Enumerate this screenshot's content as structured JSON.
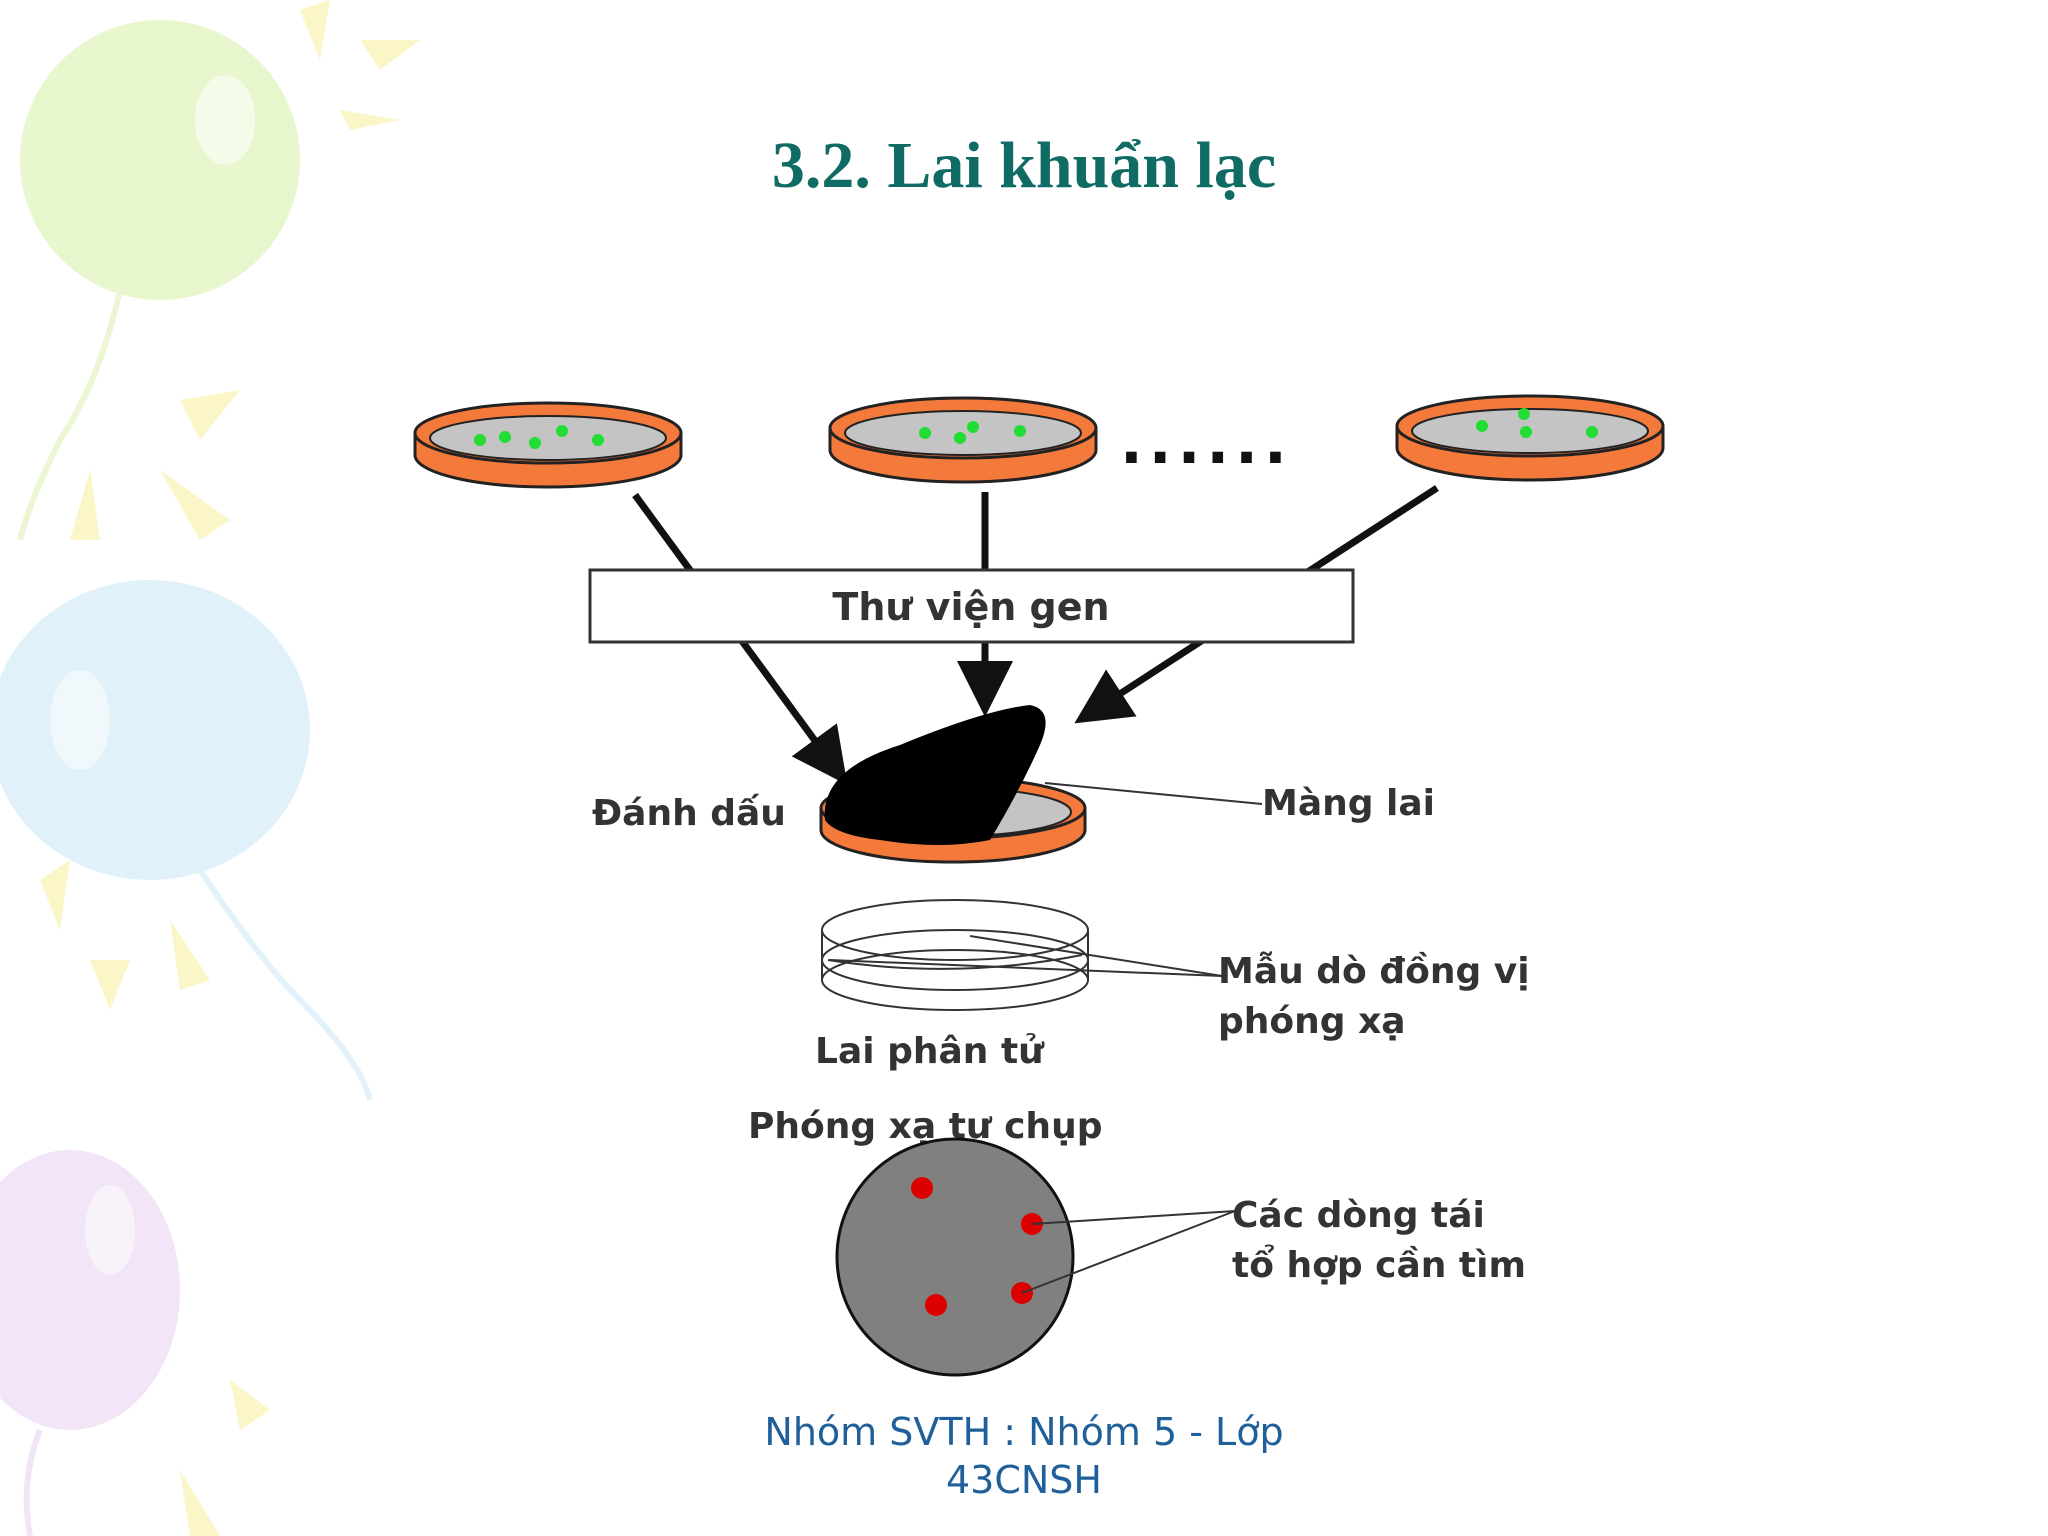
{
  "title": "3.2. Lai khuẩn lạc",
  "diagram": {
    "library_label": "Thư viện gen",
    "ellipsis": "......",
    "label_marker": "Đánh dấu",
    "label_membrane": "Màng lai",
    "label_probe_line1": "Mẫu dò đồng vị",
    "label_probe_line2": "phóng xạ",
    "label_hybridization": "Lai phân tử",
    "label_autoradiography": "Phóng xạ tự chụp",
    "label_clones_line1": "Các dòng tái",
    "label_clones_line2": "tổ hợp cần tìm"
  },
  "footer": {
    "line1": "Nhóm SVTH : Nhóm 5 - Lớp",
    "line2": "43CNSH"
  },
  "colors": {
    "title": "#0f6b63",
    "dish_rim": "#f47a3c",
    "colony_green": "#22dd33",
    "clone_red": "#dd0000",
    "footer": "#1f5f9a"
  }
}
